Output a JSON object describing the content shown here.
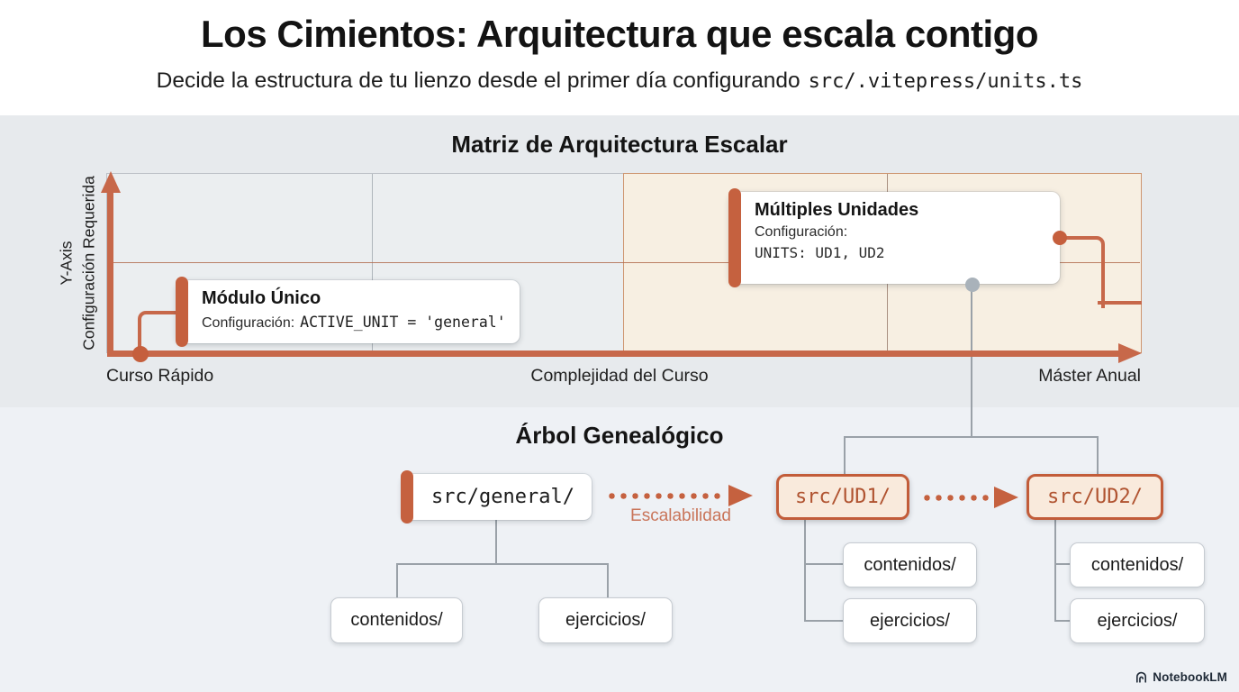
{
  "header": {
    "title": "Los Cimientos: Arquitectura que escala contigo",
    "subtitle": "Decide la estructura de tu lienzo desde el primer día configurando",
    "subtitle_code": "src/.vitepress/units.ts"
  },
  "matrix": {
    "section_title": "Matriz de Arquitectura Escalar",
    "y_axis": {
      "line1": "Y-Axis",
      "line2": "Configuración Requerida"
    },
    "x_axis": {
      "left": "Curso Rápido",
      "center": "Complejidad del Curso",
      "right": "Máster Anual"
    },
    "callout_single": {
      "title": "Módulo Único",
      "config_label": "Configuración:",
      "config_code": "ACTIVE_UNIT = 'general'"
    },
    "callout_multi": {
      "title": "Múltiples Unidades",
      "config_label": "Configuración:",
      "config_code": "UNITS: UD1, UD2"
    }
  },
  "tree": {
    "section_title": "Árbol Genealógico",
    "edge_label": "Escalabilidad",
    "root_general": "src/general/",
    "node_ud1": "src/UD1/",
    "node_ud2": "src/UD2/",
    "child_contenidos": "contenidos/",
    "child_ejercicios": "ejercicios/"
  },
  "footer": {
    "brand": "NotebookLM"
  },
  "colors": {
    "accent_orange": "#C5613F",
    "axis_orange": "#C7684A",
    "peach_fill": "#F7EFE2",
    "ud_node_fill": "#F9EADC",
    "ud_node_border": "#C25C39",
    "ud_node_text": "#B05330",
    "gray_connector": "#9AA1A8",
    "band_matrix_bg": "#E7EAED",
    "band_tree_bg": "#EEF1F5"
  }
}
